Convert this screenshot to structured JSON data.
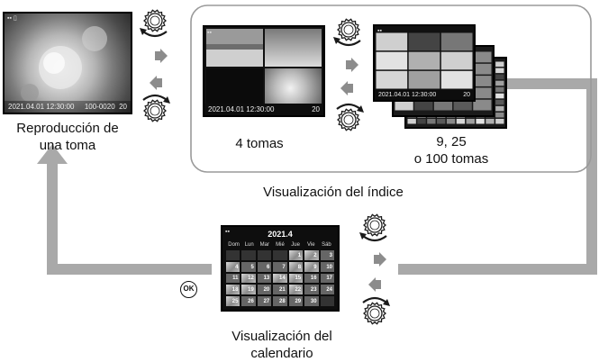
{
  "captions": {
    "single": "Reproducción de una toma",
    "index": "Visualización del índice",
    "four": "4 tomas",
    "many_line1": "9, 25",
    "many_line2": "o 100 tomas",
    "calendar_line1": "Visualización del",
    "calendar_line2": "calendario"
  },
  "single_screen": {
    "datetime": "2021.04.01 12:30:00",
    "frame": "100-0020",
    "counter": "20"
  },
  "four_screen": {
    "datetime": "2021.04.01 12:30:00",
    "counter": "20"
  },
  "nine_screen": {
    "datetime": "2021.04.01 12:30:00",
    "counter": "20"
  },
  "calendar_screen": {
    "month": "2021.4",
    "weekdays": [
      "Dom",
      "Lun",
      "Mar",
      "Mié",
      "Jue",
      "Vie",
      "Sáb"
    ],
    "weeks": [
      [
        "",
        "",
        "",
        "",
        "1",
        "2",
        "3"
      ],
      [
        "4",
        "5",
        "6",
        "7",
        "8",
        "9",
        "10"
      ],
      [
        "11",
        "12",
        "13",
        "14",
        "15",
        "16",
        "17"
      ],
      [
        "18",
        "19",
        "20",
        "21",
        "22",
        "23",
        "24"
      ],
      [
        "25",
        "26",
        "27",
        "28",
        "29",
        "30",
        ""
      ]
    ],
    "photo_days": [
      "1",
      "2",
      "4",
      "8",
      "9",
      "12",
      "14",
      "15",
      "18",
      "19",
      "22",
      "25"
    ]
  },
  "ok_button": {
    "label": "OK"
  },
  "colors": {
    "connector_gray": "#a9a9a9",
    "arrow_gray": "#8c8c8c",
    "panel_border": "#9a9a9a",
    "dial_black": "#1a1a1a"
  },
  "icons": [
    "control-dial-icon",
    "rotate-arrow-icon",
    "ok-button-icon"
  ]
}
